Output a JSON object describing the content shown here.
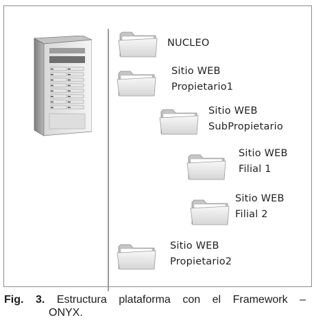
{
  "diagram": {
    "nodes": [
      {
        "line1": "NUCLEO",
        "line2": ""
      },
      {
        "line1": "Sitio WEB",
        "line2": "Propietario1"
      },
      {
        "line1": "Sitio WEB",
        "line2": "SubPropietario"
      },
      {
        "line1": "Sitio WEB",
        "line2": "Filial 1"
      },
      {
        "line1": "Sitio WEB",
        "line2": "Filial 2"
      },
      {
        "line1": "Sitio WEB",
        "line2": "Propietario2"
      }
    ]
  },
  "caption": {
    "label": "Fig. 3.",
    "text_line1": "Estructura plataforma con el Framework –",
    "text_line2": "ONYX."
  },
  "icons": {
    "server": "server-tower-icon",
    "folder": "folder-icon"
  }
}
